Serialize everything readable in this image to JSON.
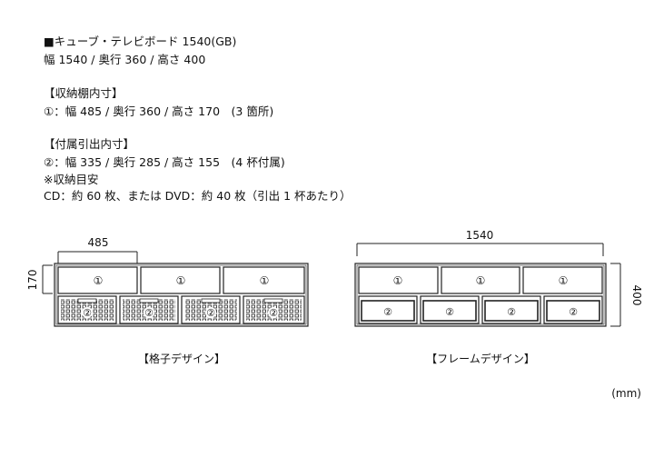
{
  "specs": {
    "title": "■キューブ・テレビボード 1540(GB)",
    "size": "幅 1540 / 奥行 360 / 高さ 400",
    "shelf_heading": "【収納棚内寸】",
    "shelf_size": "①：幅 485 / 奥行 360 / 高さ 170　(3 箇所)",
    "drawer_heading": "【付属引出内寸】",
    "drawer_size": "②：幅 335 / 奥行 285 / 高さ 155　(4 杯付属)",
    "storage_heading": "※収納目安",
    "storage_text": "CD：約 60 枚、または DVD：約 40 枚（引出 1 杯あたり）"
  },
  "diagram_left": {
    "dim_width": "485",
    "dim_height": "170",
    "shelf_labels": [
      "①",
      "①",
      "①"
    ],
    "drawer_labels": [
      "②",
      "②",
      "②",
      "②"
    ],
    "caption": "【格子デザイン】"
  },
  "diagram_right": {
    "dim_width": "1540",
    "dim_height": "400",
    "shelf_labels": [
      "①",
      "①",
      "①"
    ],
    "drawer_labels": [
      "②",
      "②",
      "②",
      "②"
    ],
    "caption": "【フレームデザイン】"
  },
  "unit": "(mm)"
}
